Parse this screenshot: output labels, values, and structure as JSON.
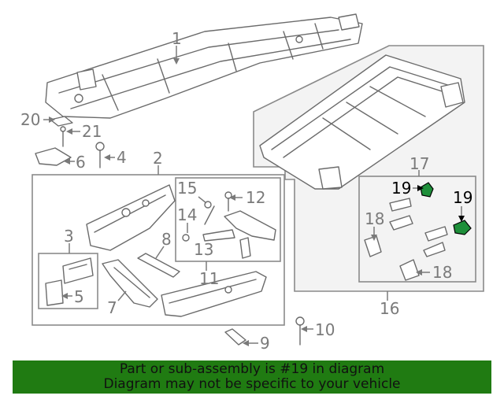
{
  "diagram": {
    "callouts": {
      "c1": "1",
      "c2": "2",
      "c3": "3",
      "c4": "4",
      "c5": "5",
      "c6": "6",
      "c7": "7",
      "c8": "8",
      "c9": "9",
      "c10": "10",
      "c11": "11",
      "c12": "12",
      "c13": "13",
      "c14": "14",
      "c15": "15",
      "c16": "16",
      "c17": "17",
      "c18a": "18",
      "c18b": "18",
      "c19a": "19",
      "c19b": "19",
      "c20": "20",
      "c21": "21"
    },
    "highlighted_part": "19",
    "colors": {
      "highlight": "#1e8f3a",
      "banner": "#207b12",
      "panel": "#f3f3f3"
    }
  },
  "banner": {
    "line1": "Part or sub-assembly is #19 in diagram",
    "line2": "Diagram may not be specific to your vehicle"
  }
}
